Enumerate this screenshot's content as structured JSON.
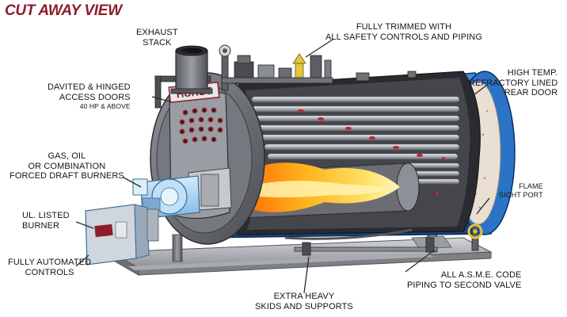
{
  "title": "CUT AWAY VIEW",
  "brand": "HURST",
  "labels": {
    "exhaust": [
      "EXHAUST",
      "STACK"
    ],
    "trimmed": [
      "FULLY TRIMMED WITH",
      "ALL SAFETY CONTROLS AND PIPING"
    ],
    "davited": [
      "DAVITED & HINGED",
      "ACCESS DOORS"
    ],
    "davited_note": "40 HP & ABOVE",
    "refractory": [
      "HIGH TEMP.",
      "REFRACTORY LINED",
      "REAR DOOR"
    ],
    "burners": [
      "GAS, OIL",
      "OR COMBINATION",
      "FORCED DRAFT BURNERS"
    ],
    "flame": [
      "FLAME",
      "SIGHT PORT"
    ],
    "ul": [
      "UL. LISTED",
      "BURNER"
    ],
    "controls": [
      "FULLY AUTOMATED",
      "CONTROLS"
    ],
    "asme": [
      "ALL A.S.M.E. CODE",
      "PIPING TO SECOND VALVE"
    ],
    "skids": [
      "EXTRA HEAVY",
      "SKIDS AND SUPPORTS"
    ]
  },
  "colors": {
    "title": "#8c1d2a",
    "shell_blue": "#1f64b5",
    "steel": "#8a8d93",
    "dark_steel": "#3e3f44",
    "flame": "#ff9a10",
    "refractory": "#e9dfd2",
    "skid": "#b9bcc1"
  }
}
